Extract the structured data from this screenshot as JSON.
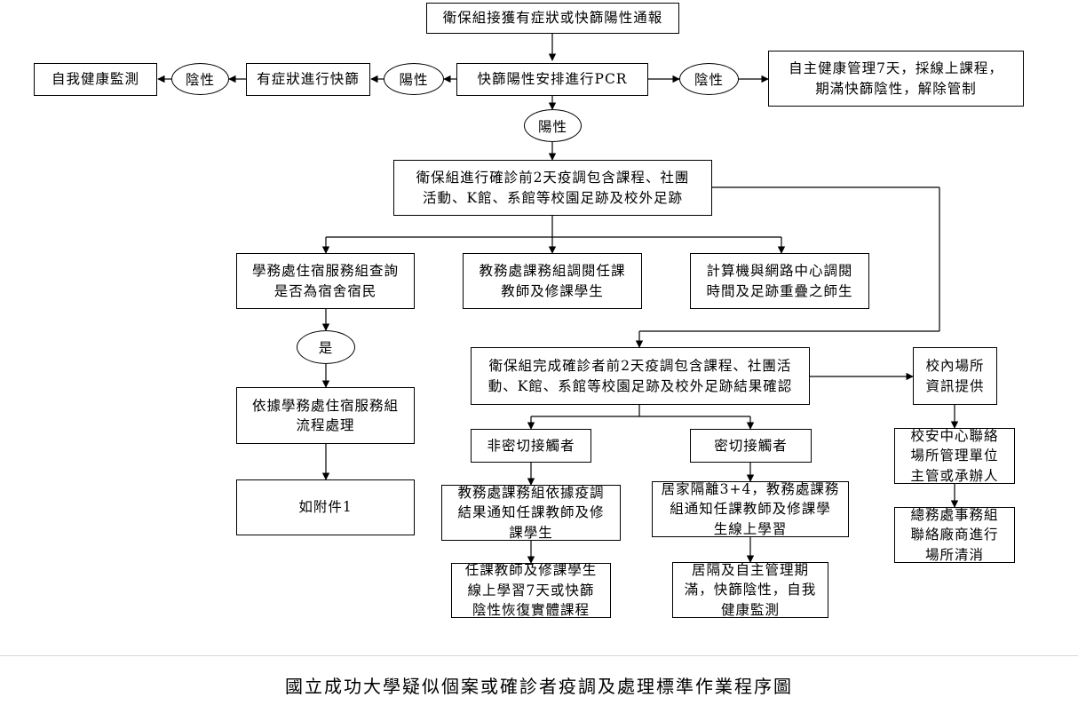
{
  "nodes": {
    "report": "衛保組接獲有症狀或快篩陽性通報",
    "self_monitor": "自我健康監測",
    "neg1": "陰性",
    "symptom_test": "有症狀進行快篩",
    "pos1": "陽性",
    "pcr": "快篩陽性安排進行PCR",
    "neg2": "陰性",
    "self_manage": "自主健康管理7天，採線上課程，\n期滿快篩陰性，解除管制",
    "pos2": "陽性",
    "investigate": "衛保組進行確診前2天疫調包含課程、社團\n活動、K館、系館等校園足跡及校外足跡",
    "dorm_query": "學務處住宿服務組查詢\n是否為宿舍宿民",
    "course_query": "教務處課務組調閱任課\n教師及修課學生",
    "network_query": "計算機與網路中心調閱\n時間及足跡重疊之師生",
    "yes": "是",
    "dorm_process": "依據學務處住宿服務組\n流程處理",
    "attachment": "如附件1",
    "confirm": "衛保組完成確診者前2天疫調包含課程、社團活\n動、K館、系館等校園足跡及校外足跡結果確認",
    "campus_info": "校內場所\n資訊提供",
    "non_close": "非密切接觸者",
    "close": "密切接觸者",
    "security": "校安中心聯絡\n場所管理單位\n主管或承辦人",
    "notify_non_close": "教務處課務組依據疫調\n結果通知任課教師及修\n課學生",
    "quarantine": "居家隔離3+4，教務處課務\n組通知任課教師及修課學\n生線上學習",
    "general_affairs": "總務處事務組\n聯絡廠商進行\n場所清消",
    "online_learning": "任課教師及修課學生\n線上學習7天或快篩\n陰性恢復實體課程",
    "quarantine_end": "居隔及自主管理期\n滿，快篩陰性，自我\n健康監測"
  },
  "footer": {
    "title": "國立成功大學疑似個案或確診者疫調及處理標準作業程序圖"
  }
}
